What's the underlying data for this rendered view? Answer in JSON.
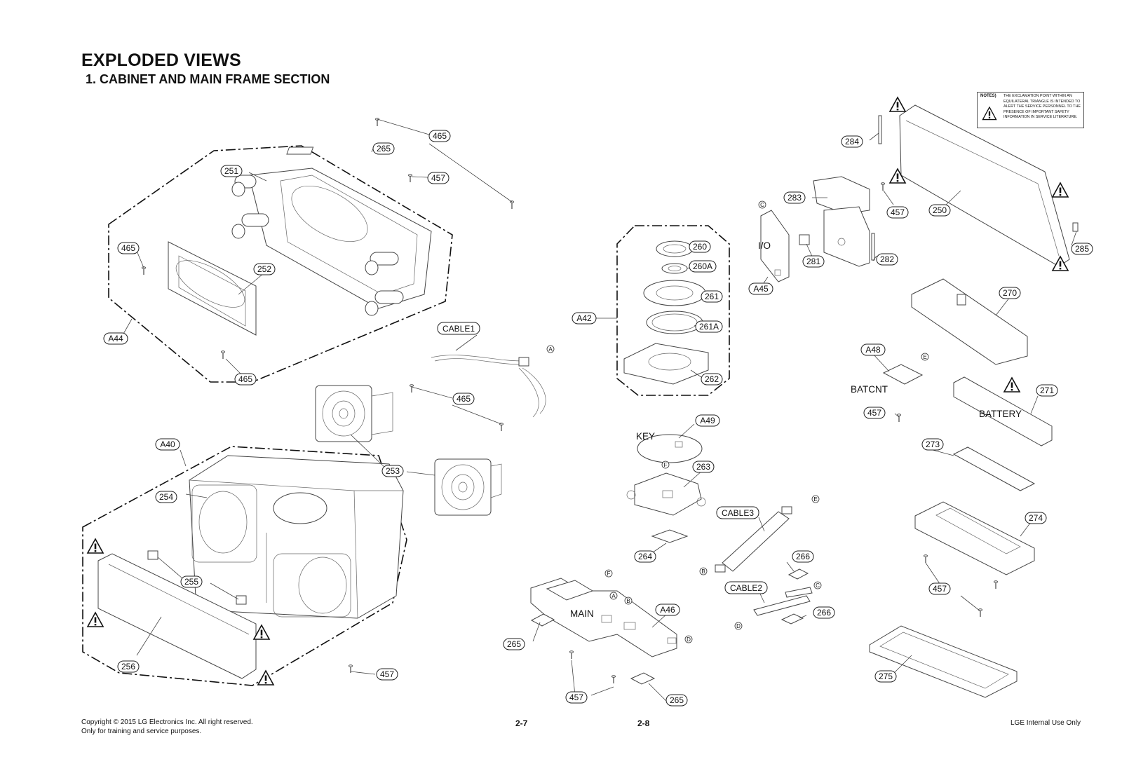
{
  "header": {
    "title": "EXPLODED VIEWS",
    "subtitle": "1. CABINET AND MAIN FRAME SECTION"
  },
  "notes": {
    "label": "NOTES)",
    "text": "THE EXCLAMATION POINT WITHIN AN EQUILATERAL TRIANGLE IS INTENDED TO ALERT THE SERVICE PERSONNEL TO THE PRESENCE OF IMPORTANT SAFETY INFORMATION IN SERVICE LITERATURE."
  },
  "callouts": {
    "c465a": "465",
    "c265a": "265",
    "c251": "251",
    "c457a": "457",
    "c465b": "465",
    "c252": "252",
    "cA44": "A44",
    "c465c": "465",
    "cCABLE1": "CABLE1",
    "c465d": "465",
    "c253": "253",
    "cA40": "A40",
    "c254": "254",
    "c255": "255",
    "c256": "256",
    "c457b": "457",
    "cA42": "A42",
    "c260": "260",
    "c260A": "260A",
    "c261": "261",
    "c261A": "261A",
    "c262": "262",
    "cA49": "A49",
    "c263": "263",
    "c264": "264",
    "cCABLE3": "CABLE3",
    "c266a": "266",
    "cCABLE2": "CABLE2",
    "c266b": "266",
    "cA46": "A46",
    "c265b": "265",
    "c457c": "457",
    "c265c": "265",
    "c284": "284",
    "c283": "283",
    "c457d": "457",
    "c250": "250",
    "c281": "281",
    "c282": "282",
    "cA45": "A45",
    "c285": "285",
    "c270": "270",
    "cA48": "A48",
    "c457e": "457",
    "c271": "271",
    "c273": "273",
    "c274": "274",
    "c457f": "457",
    "c275": "275"
  },
  "board_labels": {
    "io": "I/O",
    "key": "KEY",
    "main": "MAIN",
    "batcnt": "BATCNT",
    "battery": "BATTERY"
  },
  "connectors": {
    "A": "A",
    "B": "B",
    "C": "C",
    "D": "D",
    "E": "E",
    "F": "F"
  },
  "footer": {
    "copyright": "Copyright © 2015 LG Electronics Inc. All right reserved.",
    "training": "Only for training and service purposes.",
    "page_left": "2-7",
    "page_right": "2-8",
    "internal": "LGE Internal Use Only"
  }
}
